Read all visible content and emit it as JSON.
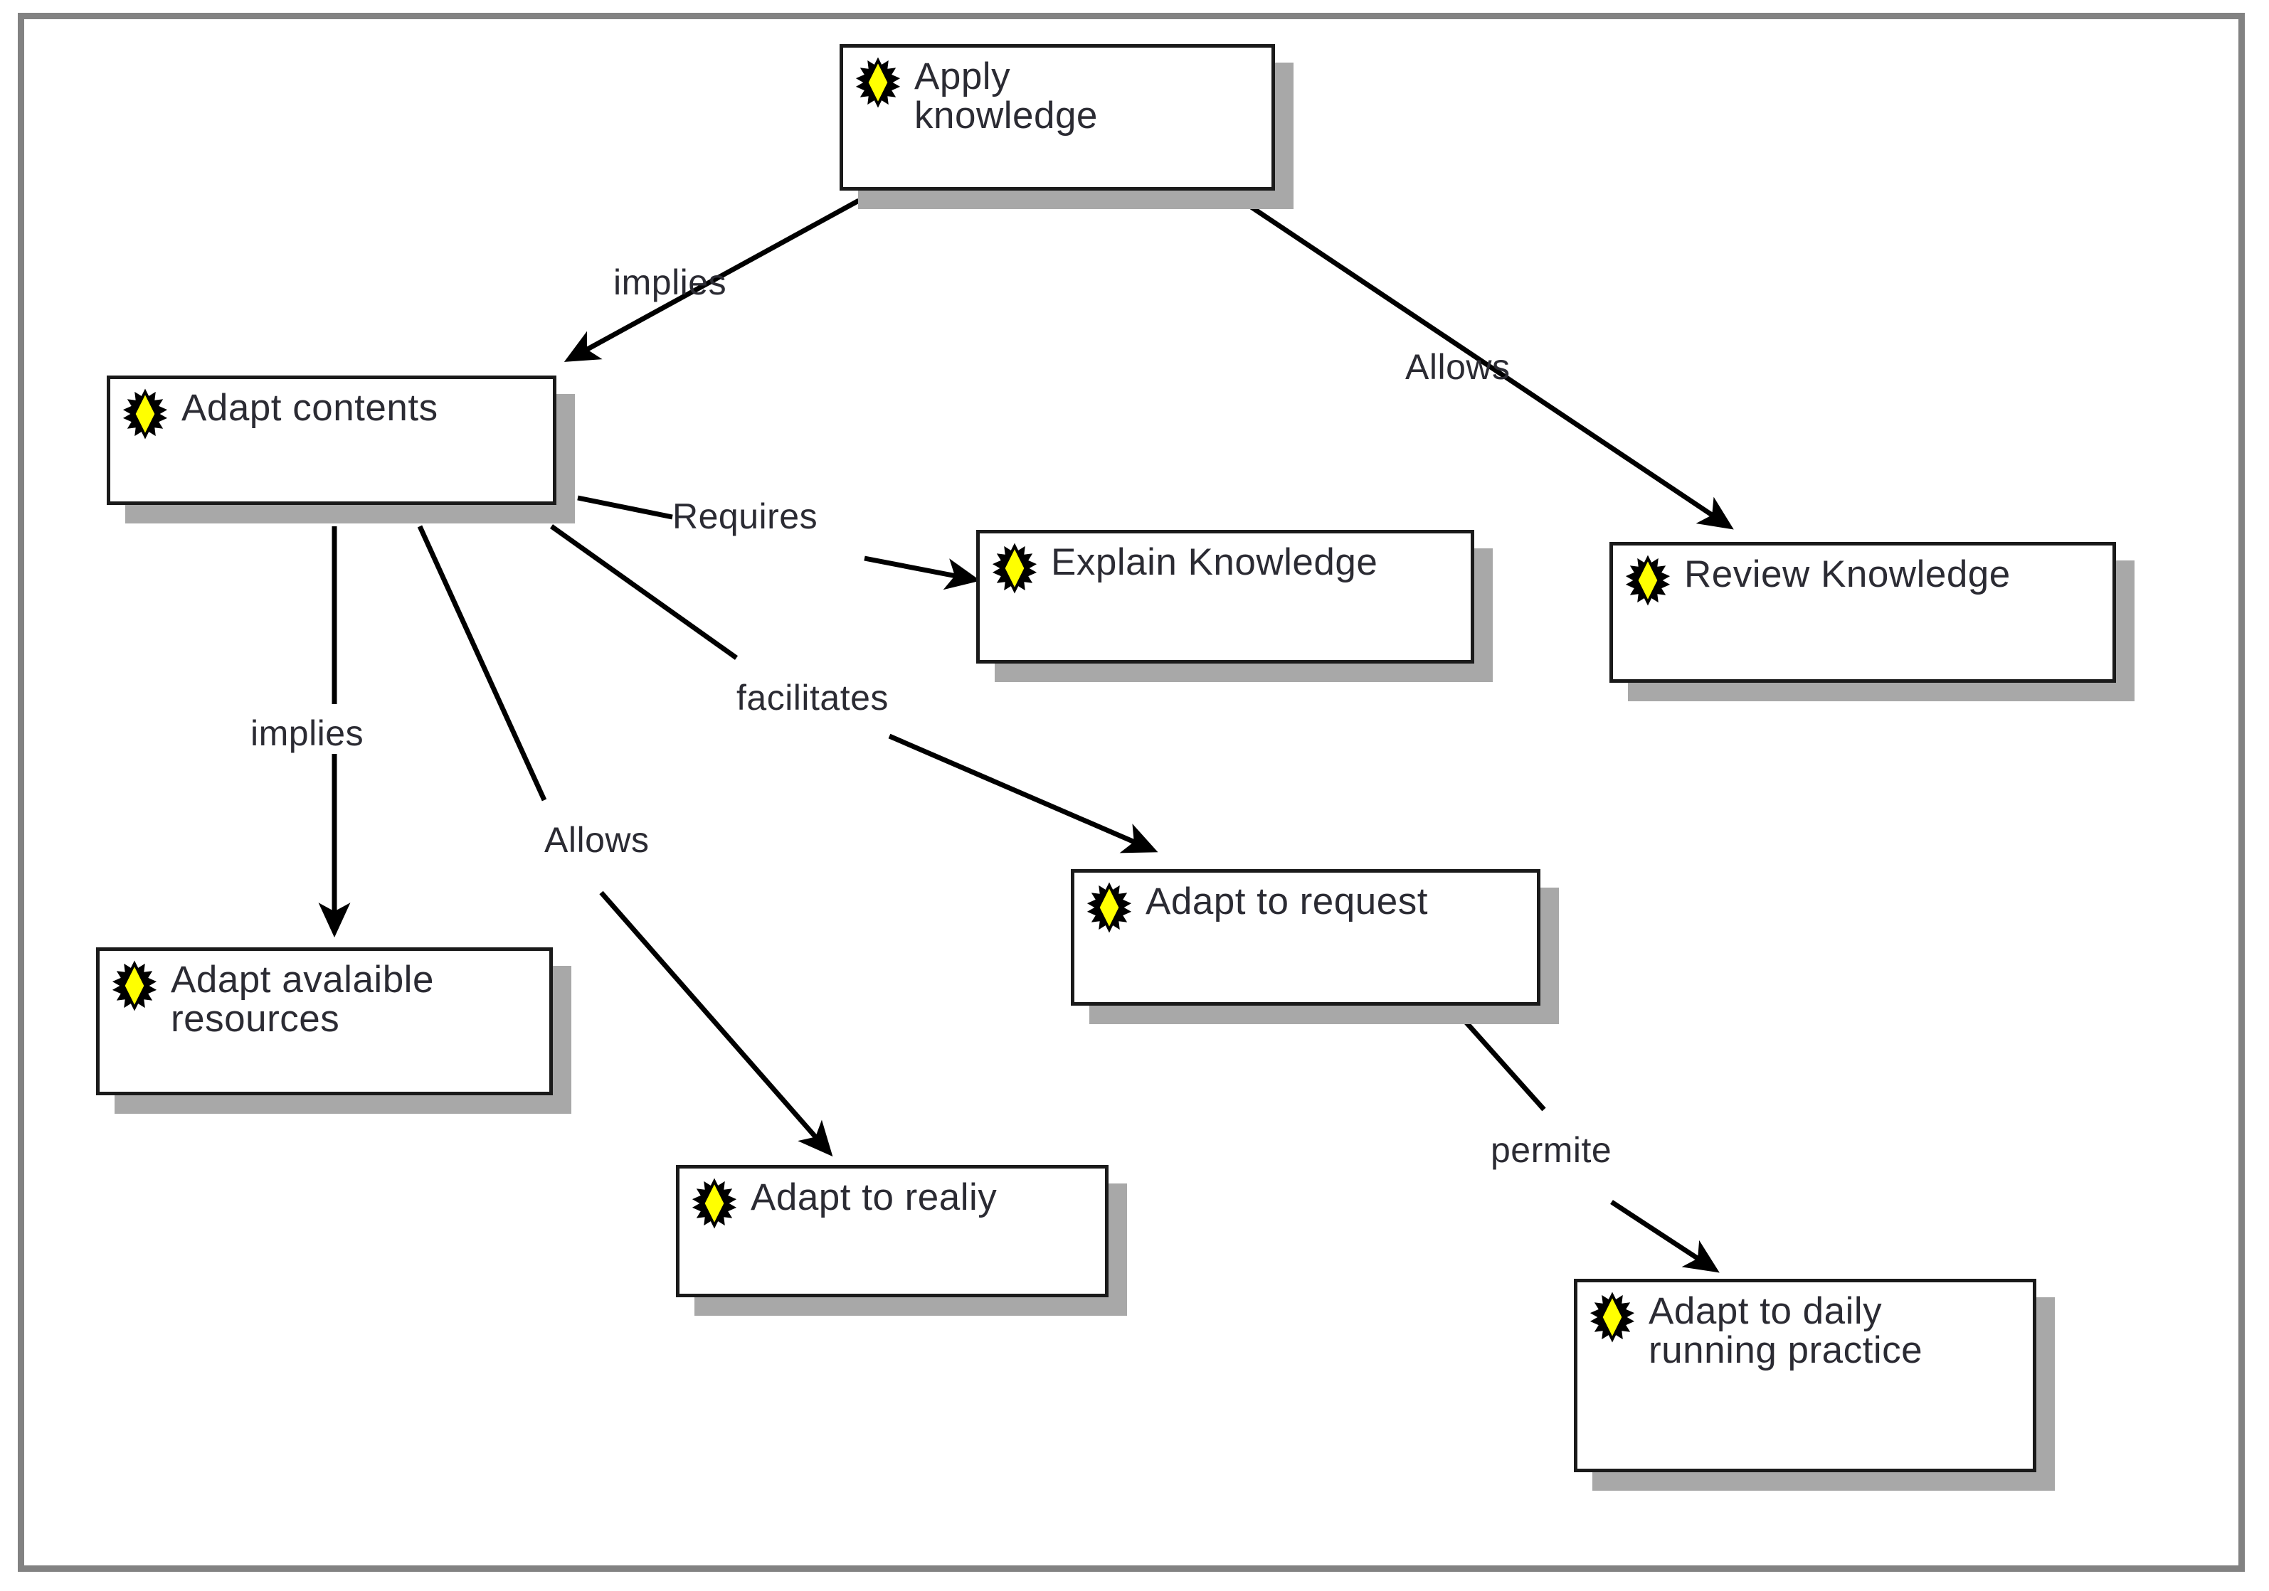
{
  "diagram": {
    "title": "Apply knowledge concept map",
    "type": "concept-map",
    "frame_color": "#828282",
    "node_border_color": "#1a1a1a",
    "node_shadow_color": "#a8a8a8",
    "node_icon_color": "#ffff00",
    "link_color": "#000000",
    "nodes": [
      {
        "id": "apply-knowledge",
        "label": "Apply\n    knowledge",
        "icon": "yellow-starburst-icon"
      },
      {
        "id": "adapt-contents",
        "label": "Adapt contents",
        "icon": "yellow-starburst-icon"
      },
      {
        "id": "explain-knowledge",
        "label": "Explain Knowledge",
        "icon": "yellow-starburst-icon"
      },
      {
        "id": "review-knowledge",
        "label": "Review Knowledge",
        "icon": "yellow-starburst-icon"
      },
      {
        "id": "adapt-resources",
        "label": "Adapt avalaible\nresources",
        "icon": "yellow-starburst-icon"
      },
      {
        "id": "adapt-to-request",
        "label": "Adapt to request",
        "icon": "yellow-starburst-icon"
      },
      {
        "id": "adapt-to-reality",
        "label": "Adapt to realiy",
        "icon": "yellow-starburst-icon"
      },
      {
        "id": "adapt-daily",
        "label": "Adapt to daily\nrunning practice",
        "icon": "yellow-starburst-icon"
      }
    ],
    "links": [
      {
        "id": "l1",
        "from": "apply-knowledge",
        "to": "adapt-contents",
        "label": "implies"
      },
      {
        "id": "l2",
        "from": "apply-knowledge",
        "to": "review-knowledge",
        "label": "Allows"
      },
      {
        "id": "l3",
        "from": "adapt-contents",
        "to": "explain-knowledge",
        "label": "Requires"
      },
      {
        "id": "l4",
        "from": "adapt-contents",
        "to": "adapt-to-request",
        "label": "facilitates"
      },
      {
        "id": "l5",
        "from": "adapt-contents",
        "to": "adapt-resources",
        "label": "implies"
      },
      {
        "id": "l6",
        "from": "adapt-contents",
        "to": "adapt-to-reality",
        "label": "Allows"
      },
      {
        "id": "l7",
        "from": "adapt-to-request",
        "to": "adapt-daily",
        "label": "permite"
      }
    ]
  }
}
